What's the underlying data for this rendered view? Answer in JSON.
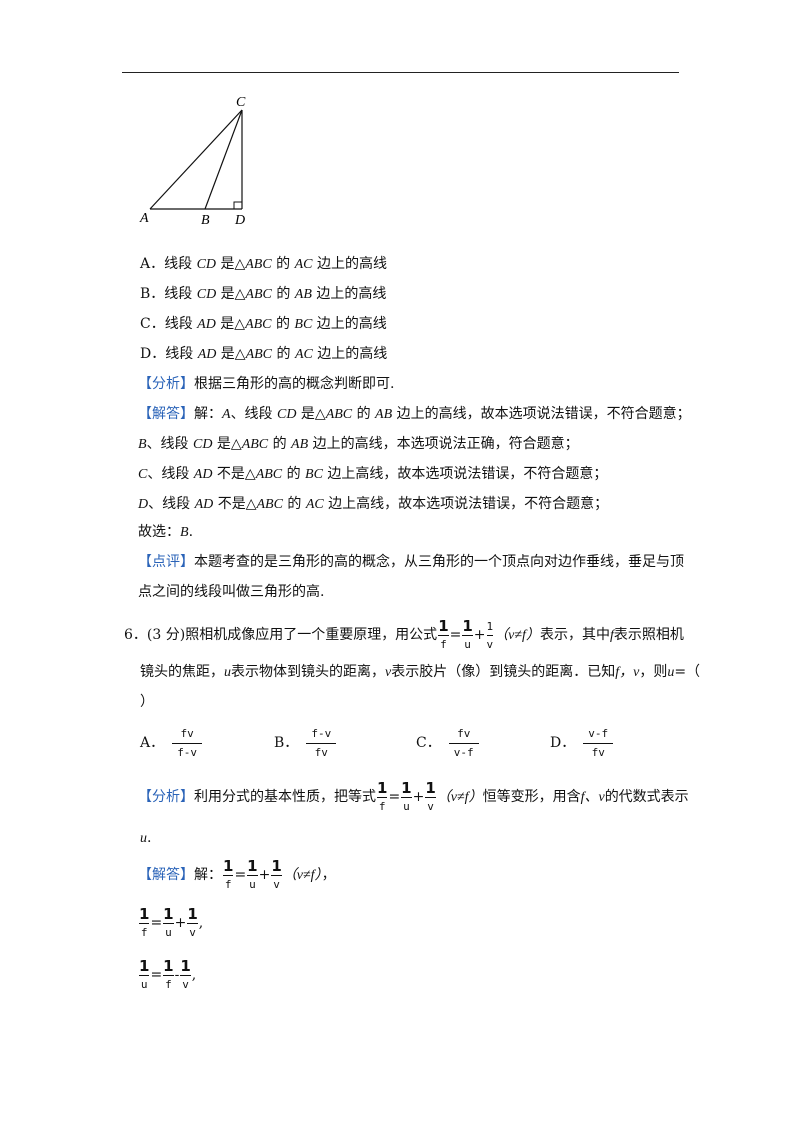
{
  "figure": {
    "labels": {
      "C": "C",
      "A": "A",
      "B": "B",
      "D": "D"
    }
  },
  "options5": [
    {
      "letter": "A．",
      "a": "线段 ",
      "seg": "CD",
      "b": " 是△",
      "tri": "ABC",
      "c": " 的 ",
      "side": "AC",
      "d": " 边上的高线"
    },
    {
      "letter": "B．",
      "a": "线段 ",
      "seg": "CD",
      "b": " 是△",
      "tri": "ABC",
      "c": " 的 ",
      "side": "AB",
      "d": " 边上的高线"
    },
    {
      "letter": "C．",
      "a": "线段 ",
      "seg": "AD",
      "b": " 是△",
      "tri": "ABC",
      "c": " 的 ",
      "side": "BC",
      "d": " 边上的高线"
    },
    {
      "letter": "D．",
      "a": "线段 ",
      "seg": "AD",
      "b": " 是△",
      "tri": "ABC",
      "c": " 的 ",
      "side": "AC",
      "d": " 边上的高线"
    }
  ],
  "analysis5": {
    "tag": "【分析】",
    "text": "根据三角形的高的概念判断即可."
  },
  "answer5": {
    "tag": "【解答】",
    "line1": {
      "a": "解：",
      "b": "A",
      "c": "、线段 ",
      "seg": "CD",
      "d": " 是△",
      "tri": "ABC",
      "e": " 的 ",
      "side": "AB",
      "f": " 边上的高线，故本选项说法错误，不符合题意；"
    },
    "line2": {
      "b": "B",
      "c": "、线段 ",
      "seg": "CD",
      "d": " 是△",
      "tri": "ABC",
      "e": " 的 ",
      "side": "AB",
      "f": " 边上的高线，本选项说法正确，符合题意；"
    },
    "line3": {
      "b": "C",
      "c": "、线段 ",
      "seg": "AD",
      "d": " 不是△",
      "tri": "ABC",
      "e": " 的 ",
      "side": "BC",
      "f": " 边上高线，故本选项说法错误，不符合题意；"
    },
    "line4": {
      "b": "D",
      "c": "、线段 ",
      "seg": "AD",
      "d": " 不是△",
      "tri": "ABC",
      "e": " 的 ",
      "side": "AC",
      "f": " 边上高线，故本选项说法错误，不符合题意；"
    },
    "choice": {
      "a": "故选：",
      "b": "B",
      "c": "."
    }
  },
  "comment5": {
    "tag": "【点评】",
    "line1": "本题考查的是三角形的高的概念，从三角形的一个顶点向对边作垂线，垂足与顶",
    "line2": "点之间的线段叫做三角形的高."
  },
  "q6": {
    "num": "6．(3 分)照相机成像应用了一个重要原理，用公式",
    "one": "1",
    "f": "f",
    "u": "u",
    "v": "v",
    "eq": "=",
    "plus": "+",
    "cond": "（v≠f）",
    "after": "表示，其中",
    "fvar": "f",
    "after2": "表示照相机",
    "line2a": "镜头的焦距，",
    "uvar": "u",
    "line2b": "表示物体到镜头的距离，",
    "vvar": "v",
    "line2c": "表示胶片（像）到镜头的距离．已知",
    "known": "f，v",
    "line2d": "，则",
    "line2e": "u",
    "line2f": "=（",
    "line3": "）"
  },
  "options6": [
    {
      "letter": "A．",
      "num": "fv",
      "den": "f-v"
    },
    {
      "letter": "B．",
      "num": "f-v",
      "den": "fv"
    },
    {
      "letter": "C．",
      "num": "fv",
      "den": "v-f"
    },
    {
      "letter": "D．",
      "num": "v-f",
      "den": "fv"
    }
  ],
  "analysis6": {
    "tag": "【分析】",
    "a": "利用分式的基本性质，把等式",
    "cond": "（v≠f）",
    "b": "恒等变形，用含",
    "c": "f、v",
    "d": "的代数式表示",
    "e": "u",
    "f": "."
  },
  "answer6": {
    "tag": "【解答】",
    "a": "解：",
    "cond": "（v≠f）",
    "comma": "，",
    "comma2": ","
  }
}
